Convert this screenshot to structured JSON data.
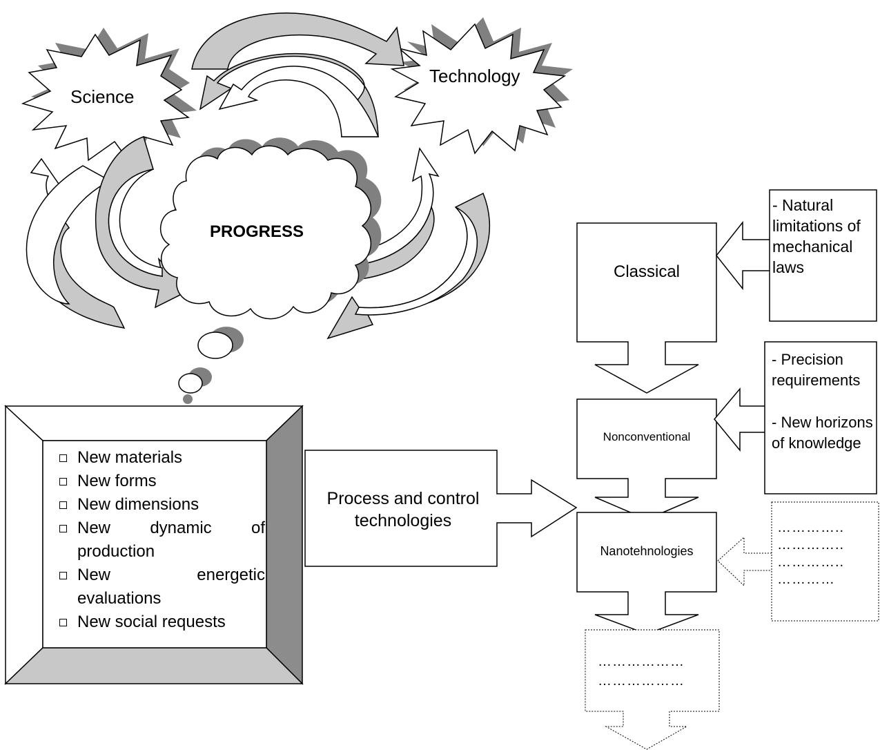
{
  "labels": {
    "science": "Science",
    "technology": "Technology",
    "progress": "PROGRESS",
    "process": "Process and control technologies",
    "classical": "Classical",
    "nonconventional": "Nonconventional",
    "nanotechnologies": "Nanotehnologies"
  },
  "checklist": [
    {
      "text": "New materials"
    },
    {
      "text": "New forms"
    },
    {
      "text": "New dimensions"
    },
    {
      "text": "New dynamic of",
      "cont": "production"
    },
    {
      "text": "New energetic",
      "cont": "evaluations"
    },
    {
      "text": "New social requests"
    }
  ],
  "side_notes": {
    "classical_note": "- Natural limitations of mechanical laws",
    "precision": "- Precision requirements",
    "horizons": "- New horizons of knowledge"
  },
  "placeholders": {
    "side_lines": [
      "…………..",
      "…………..",
      "…………..",
      "…………"
    ],
    "bottom_lines": [
      "………………",
      "………………"
    ]
  },
  "colors": {
    "shadow": "#808080",
    "light_fill": "#c8c8c8",
    "frame_dark": "#8c8c8c",
    "frame_light": "#c8c8c8"
  }
}
